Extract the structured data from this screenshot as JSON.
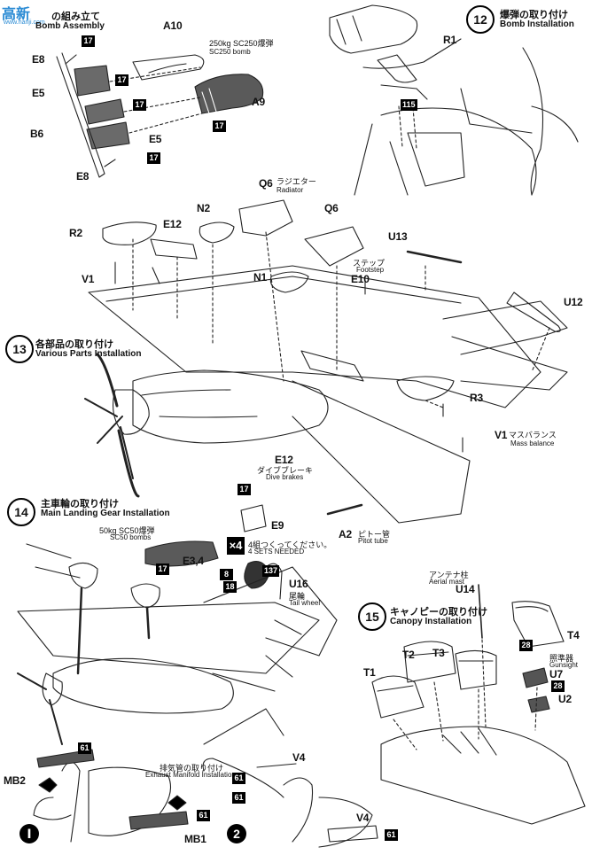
{
  "watermark": {
    "logo": "高新",
    "site": "www.hanji.com"
  },
  "step11": {
    "title_jp": "の組み立て",
    "title_en": "Bomb Assembly",
    "labels": [
      "A10",
      "E8",
      "E5",
      "B6",
      "E5",
      "E8",
      "A9"
    ],
    "bomb_jp": "250kg SC250爆弾",
    "bomb_en": "SC250 bomb",
    "badges": [
      "17",
      "17",
      "17",
      "17",
      "17"
    ]
  },
  "step12": {
    "num": "12",
    "title_jp": "爆弾の取り付け",
    "title_en": "Bomb Installation",
    "labels": [
      "R1"
    ],
    "badges": [
      "115"
    ]
  },
  "step13": {
    "num": "13",
    "title_jp": "各部品の取り付け",
    "title_en": "Various Parts Installation",
    "labels": {
      "q6a": "Q6",
      "q6b": "Q6",
      "n2": "N2",
      "e12a": "E12",
      "r2": "R2",
      "v1a": "V1",
      "n1": "N1",
      "e10": "E10",
      "u13": "U13",
      "u12": "U12",
      "r3": "R3",
      "v1b": "V1",
      "e12b": "E12",
      "a2": "A2"
    },
    "radiator_jp": "ラジエター",
    "radiator_en": "Radiator",
    "footstep_jp": "ステップ",
    "footstep_en": "Footstep",
    "mass_jp": "マスバランス",
    "mass_en": "Mass balance",
    "dive_jp": "ダイブブレーキ",
    "dive_en": "Dive brakes",
    "pitot_jp": "ピトー管",
    "pitot_en": "Pitot tube"
  },
  "step14": {
    "num": "14",
    "title_jp": "主車輪の取り付け",
    "title_en": "Main Landing Gear Installation",
    "labels": {
      "e9": "E9",
      "e34": "E3,4",
      "u16": "U16"
    },
    "bomb_jp": "50kg SC50爆弾",
    "bomb_en": "SC50 bombs",
    "x4": "×4",
    "sets_jp": "4組つくってください。",
    "sets_en": "4 SETS NEEDED",
    "tail_jp": "尾輪",
    "tail_en": "Tail wheel",
    "badges": {
      "b17a": "17",
      "b17b": "17",
      "b8": "8",
      "b18": "18",
      "b137": "137"
    }
  },
  "step15": {
    "num": "15",
    "title_jp": "キャノピーの取り付け",
    "title_en": "Canopy Installation",
    "labels": {
      "u14": "U14",
      "t4": "T4",
      "u7": "U7",
      "u2": "U2",
      "t1": "T1",
      "t2": "T2",
      "t3": "T3"
    },
    "mast_jp": "アンテナ柱",
    "mast_en": "Aerial mast",
    "gun_jp": "照準器",
    "gun_en": "Gunsight",
    "badges": {
      "b28a": "28",
      "b28b": "28"
    }
  },
  "bottom": {
    "mb2": "MB2",
    "mb1": "MB1",
    "v4a": "V4",
    "v4b": "V4",
    "exhaust_jp": "排気管の取り付け",
    "exhaust_en": "Exhaust Manifold Installation",
    "roman1": "Ⅰ",
    "roman2": "2",
    "badges": {
      "b61a": "61",
      "b61b": "61",
      "b61c": "61",
      "b61d": "61",
      "b61e": "61"
    }
  }
}
